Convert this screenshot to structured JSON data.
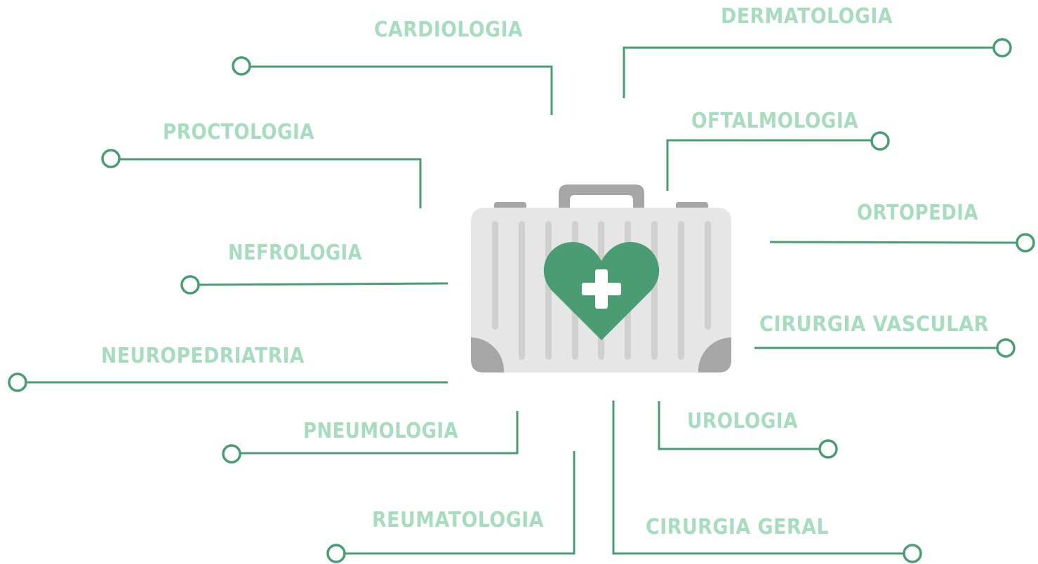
{
  "colors": {
    "label": "#a8dcbf",
    "connector": "#4a9d72",
    "heart": "#4a9d72",
    "case_body": "#e6e6e6",
    "case_stripes": "#d0d0d0",
    "case_dark": "#a6a6a6"
  },
  "center": {
    "icon": "medical-suitcase-heart-icon"
  },
  "specialties": [
    {
      "key": "cardiologia",
      "label": "CARDIOLOGIA"
    },
    {
      "key": "dermatologia",
      "label": "DERMATOLOGIA"
    },
    {
      "key": "proctologia",
      "label": "PROCTOLOGIA"
    },
    {
      "key": "oftalmologia",
      "label": "OFTALMOLOGIA"
    },
    {
      "key": "ortopedia",
      "label": "ORTOPEDIA"
    },
    {
      "key": "nefrologia",
      "label": "NEFROLOGIA"
    },
    {
      "key": "neuropediatria",
      "label": "NEUROPEDRIATRIA"
    },
    {
      "key": "cirurgia-vascular",
      "label": "CIRURGIA VASCULAR"
    },
    {
      "key": "pneumologia",
      "label": "PNEUMOLOGIA"
    },
    {
      "key": "urologia",
      "label": "UROLOGIA"
    },
    {
      "key": "reumatologia",
      "label": "REUMATOLOGIA"
    },
    {
      "key": "cirurgia-geral",
      "label": "CIRURGIA GERAL"
    }
  ]
}
